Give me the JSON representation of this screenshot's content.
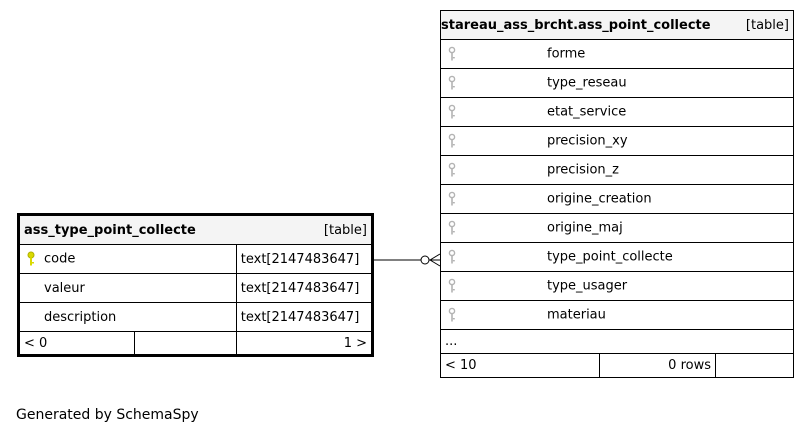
{
  "left_table": {
    "name": "ass_type_point_collecte",
    "type_label": "[table]",
    "columns": [
      {
        "name": "code",
        "type": "text[2147483647]",
        "icon": "primary-key-icon"
      },
      {
        "name": "valeur",
        "type": "text[2147483647]",
        "icon": ""
      },
      {
        "name": "description",
        "type": "text[2147483647]",
        "icon": ""
      }
    ],
    "footer": {
      "left": "< 0",
      "right": "1 >"
    }
  },
  "right_table": {
    "name": "stareau_ass_brcht.ass_point_collecte",
    "type_label": "[table]",
    "columns": [
      {
        "name": "forme",
        "icon": "foreign-key-icon"
      },
      {
        "name": "type_reseau",
        "icon": "foreign-key-icon"
      },
      {
        "name": "etat_service",
        "icon": "foreign-key-icon"
      },
      {
        "name": "precision_xy",
        "icon": "foreign-key-icon"
      },
      {
        "name": "precision_z",
        "icon": "foreign-key-icon"
      },
      {
        "name": "origine_creation",
        "icon": "foreign-key-icon"
      },
      {
        "name": "origine_maj",
        "icon": "foreign-key-icon"
      },
      {
        "name": "type_point_collecte",
        "icon": "foreign-key-icon"
      },
      {
        "name": "type_usager",
        "icon": "foreign-key-icon"
      },
      {
        "name": "materiau",
        "icon": "foreign-key-icon"
      }
    ],
    "ellipsis": "...",
    "footer": {
      "left": "< 10",
      "right": "0 rows"
    }
  },
  "colors": {
    "primary_key": "#d9d900",
    "foreign_key": "#b3b3b3",
    "header_bg": "#f4f4f4"
  },
  "footer_note": "Generated by SchemaSpy"
}
